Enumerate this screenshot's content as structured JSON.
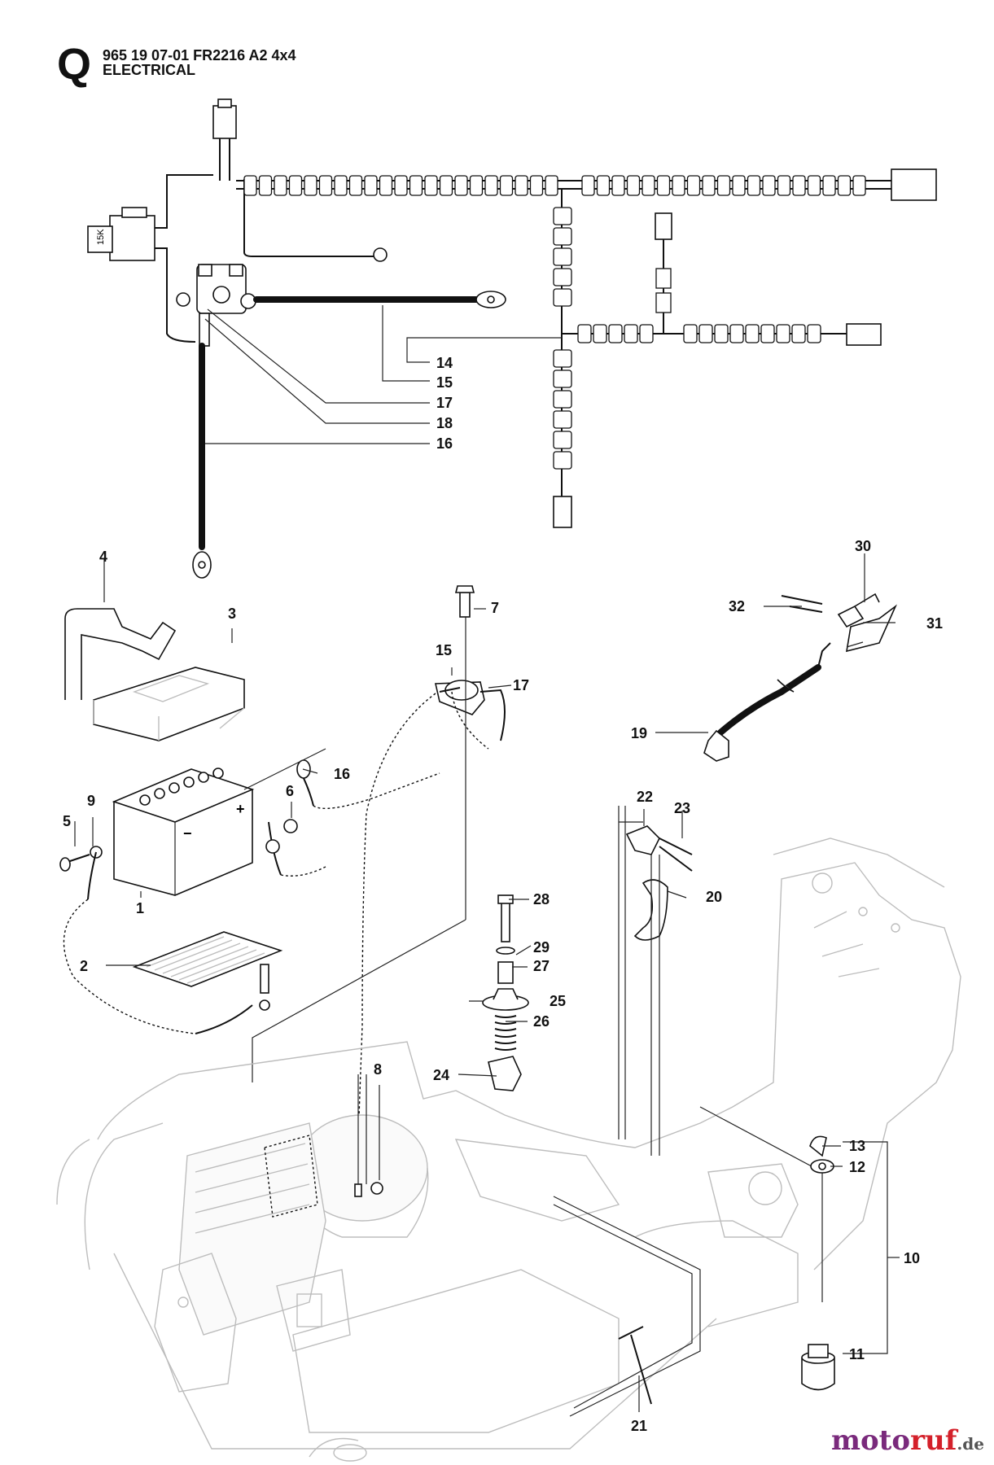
{
  "header": {
    "section_letter": "Q",
    "part_line": "965 19 07-01 FR2216 A2 4x4",
    "title": "ELECTRICAL"
  },
  "callouts": {
    "c1": "1",
    "c2": "2",
    "c3": "3",
    "c4": "4",
    "c5": "5",
    "c6": "6",
    "c7": "7",
    "c8": "8",
    "c9": "9",
    "c10": "10",
    "c11": "11",
    "c12": "12",
    "c13": "13",
    "c14": "14",
    "c15": "15",
    "c15b": "15",
    "c16": "16",
    "c16b": "16",
    "c17": "17",
    "c17b": "17",
    "c18": "18",
    "c19": "19",
    "c20": "20",
    "c21": "21",
    "c22": "22",
    "c23": "23",
    "c24": "24",
    "c25": "25",
    "c26": "26",
    "c27": "27",
    "c28": "28",
    "c29": "29",
    "c30": "30",
    "c31": "31",
    "c32": "32"
  },
  "relay_label": "15K",
  "watermark": {
    "main": "moto",
    "accent": "ruf",
    "domain": ".de"
  }
}
